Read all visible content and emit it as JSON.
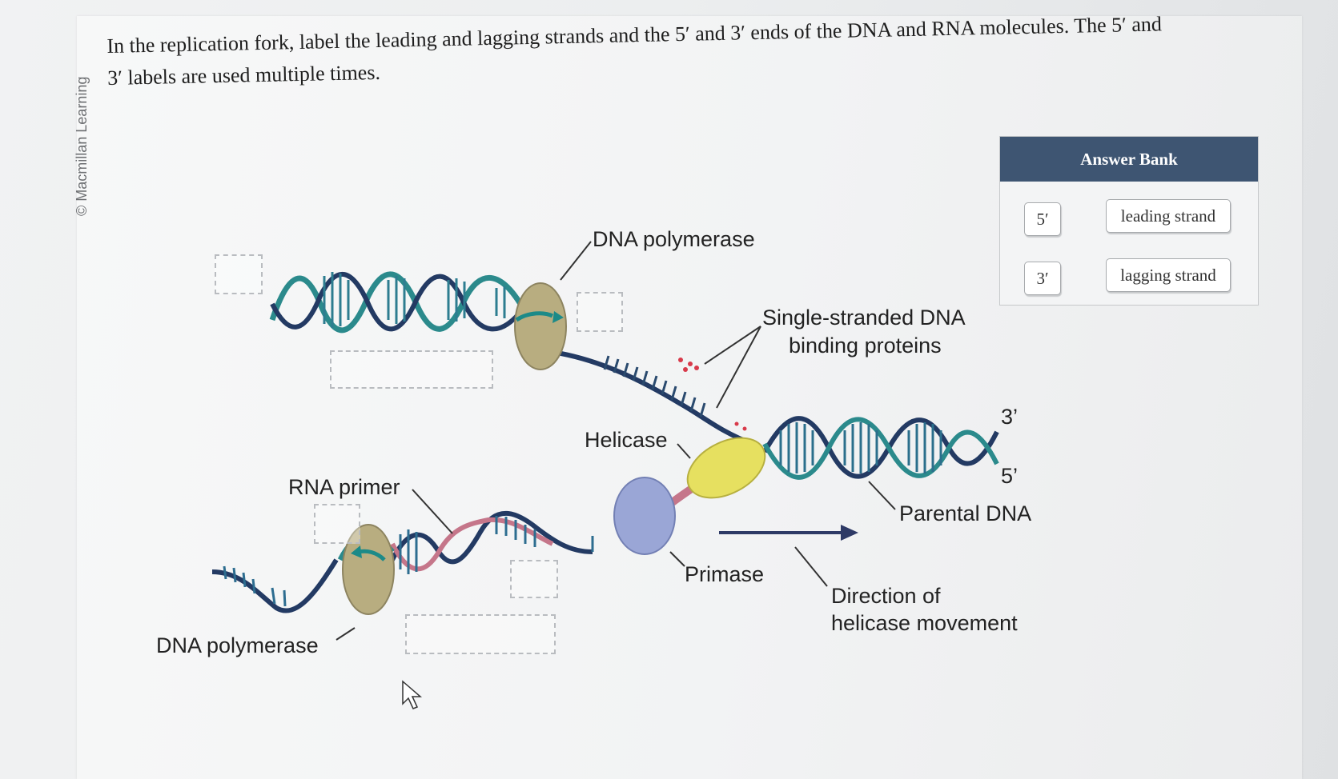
{
  "watermark": "© Macmillan Learning",
  "question": {
    "line1": "In the replication fork, label the leading and lagging strands and the 5′ and 3′ ends of the DNA and RNA molecules. The 5′ and",
    "line2": "3′ labels are used multiple times."
  },
  "diagram": {
    "labels": {
      "dna_polymerase_top": "DNA polymerase",
      "ssb": "Single-stranded DNA",
      "ssb_2": "binding proteins",
      "helicase": "Helicase",
      "rna_primer": "RNA primer",
      "dna_polymerase_bottom": "DNA polymerase",
      "primase": "Primase",
      "parental_dna": "Parental DNA",
      "direction": "Direction of",
      "direction_2": "helicase movement",
      "end_3": "3’",
      "end_5": "5’"
    },
    "colors": {
      "leading_strand": "#2b8a8c",
      "lagging_strand": "#233a63",
      "rna_primer": "#c5768a",
      "polymerase": "#b8ad80",
      "helicase": "#e6e060",
      "primase": "#9aa6d6"
    }
  },
  "answer_bank": {
    "title": "Answer Bank",
    "items": [
      "5′",
      "leading strand",
      "3′",
      "lagging strand"
    ]
  }
}
